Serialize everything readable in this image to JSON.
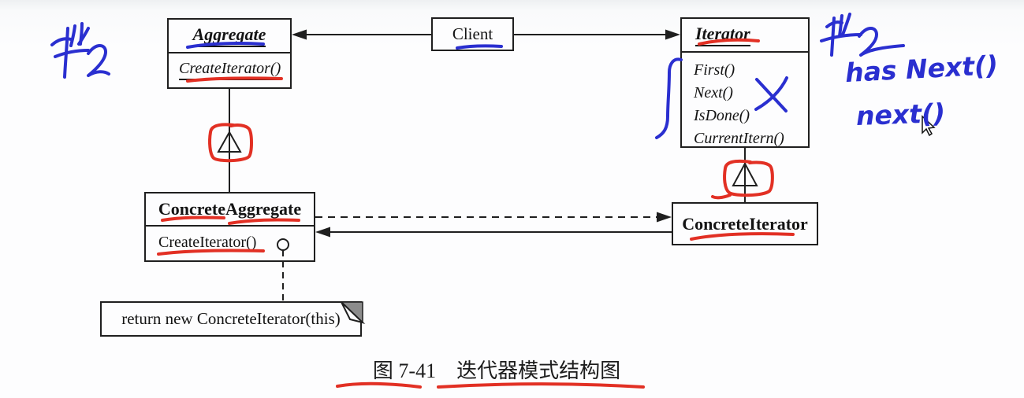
{
  "classes": {
    "aggregate": {
      "name": "Aggregate",
      "method": "CreateIterator()"
    },
    "client": {
      "name": "Client"
    },
    "iterator": {
      "name": "Iterator",
      "methods": [
        "First()",
        "Next()",
        "IsDone()",
        "CurrentItern()"
      ]
    },
    "concrete_aggregate": {
      "name": "ConcreteAggregate",
      "method": "CreateIterator()"
    },
    "concrete_iterator": {
      "name": "ConcreteIterator"
    }
  },
  "note": {
    "text": "return new ConcreteIterator(this)"
  },
  "caption": {
    "figure_label": "图 7-41",
    "title": "迭代器模式结构图"
  },
  "handwriting": {
    "line1": "has Next()",
    "line2": "next()"
  },
  "colors": {
    "annotation_red": "#e23024",
    "annotation_blue": "#2a2fd0",
    "diagram_ink": "#1f1f1f",
    "note_fold_gray": "#8c8c8c"
  }
}
